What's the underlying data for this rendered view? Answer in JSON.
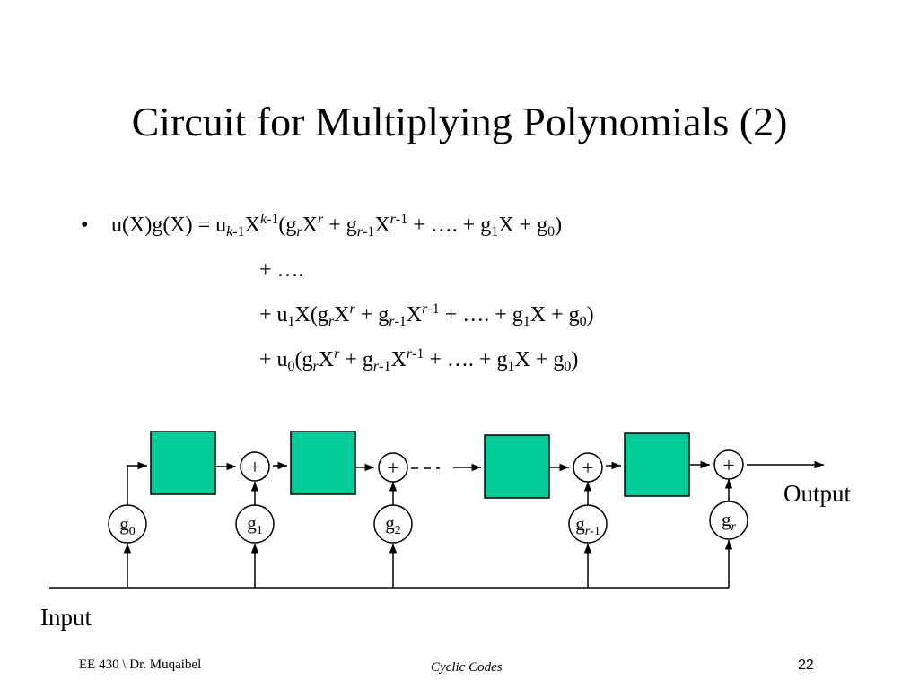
{
  "slide": {
    "title": "Circuit for Multiplying Polynomials (2)",
    "bullet_marker": "•"
  },
  "equation": {
    "line1": "u(X)g(X) = u_{k-1}X^{k-1}(g_rX^r + g_{r-1}X^{r-1} + …. + g_1X + g_0)",
    "line2": "+ ….",
    "line3": "+ u_1X(g_rX^r + g_{r-1}X^{r-1} + …. + g_1X + g_0)",
    "line4": "+ u_0(g_rX^r + g_{r-1}X^{r-1} + …. + g_1X + g_0)"
  },
  "circuit": {
    "input_label": "Input",
    "output_label": "Output",
    "adder_symbol": "+",
    "gains": [
      "g_0",
      "g_1",
      "g_2",
      "g_{r-1}",
      "g_r"
    ],
    "register_color": "#00cc99"
  },
  "footer": {
    "left": "EE 430 \\ Dr. Muqaibel",
    "center": "Cyclic Codes",
    "page": "22"
  }
}
